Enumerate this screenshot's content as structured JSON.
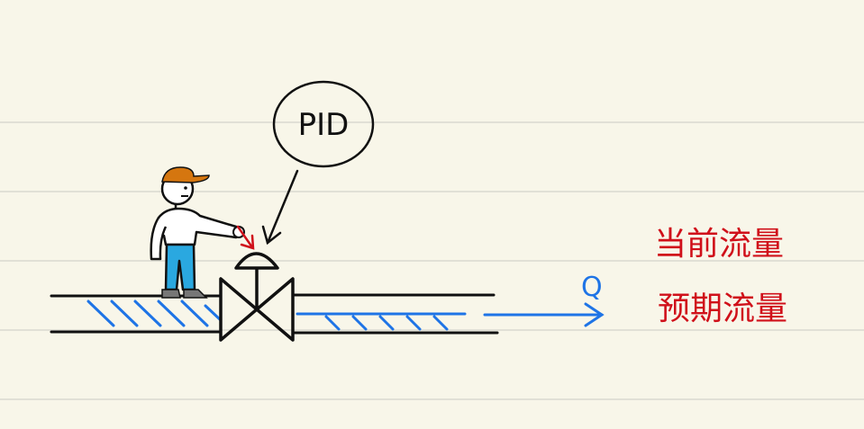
{
  "controller": {
    "label": "PID"
  },
  "flow": {
    "symbol": "Q"
  },
  "legend": {
    "current": "当前流量",
    "expected": "预期流量"
  },
  "colors": {
    "background": "#f8f6e9",
    "ruled_line": "#d9d8cf",
    "ink": "#111111",
    "flow_blue": "#1e74e6",
    "cyan_pants": "#2aa8e0",
    "cap_orange": "#d5760f",
    "shoe_gray": "#777777",
    "legend_red": "#d0101a"
  }
}
